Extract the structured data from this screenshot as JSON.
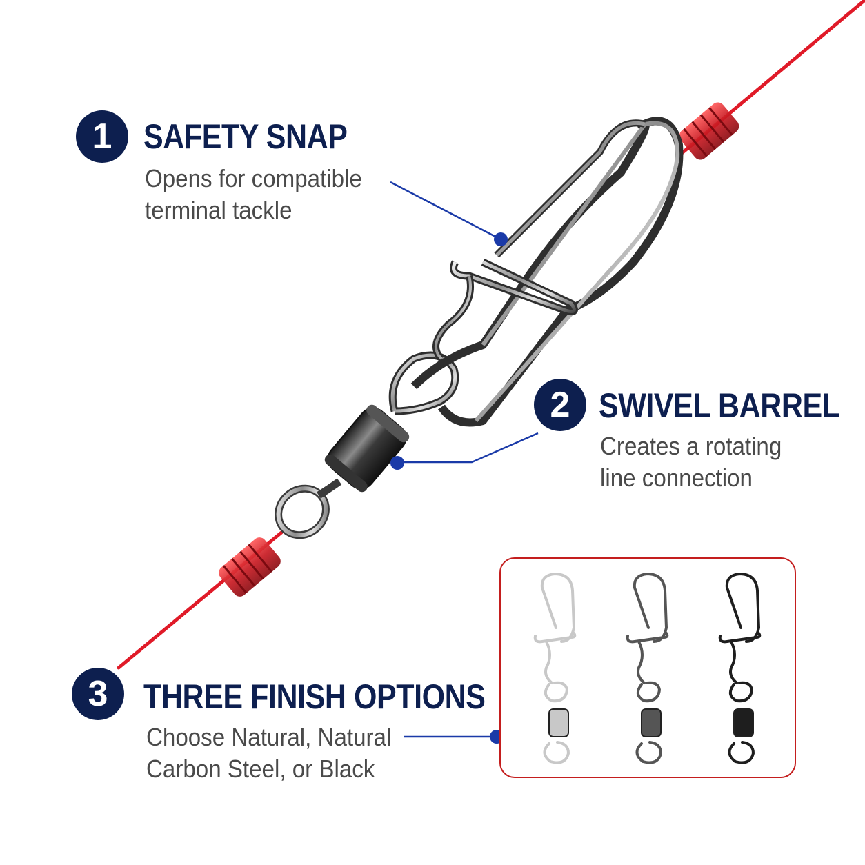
{
  "features": [
    {
      "number": "1",
      "title": "SAFETY SNAP",
      "lines": [
        "Opens for compatible",
        "terminal tackle"
      ]
    },
    {
      "number": "2",
      "title": "SWIVEL BARREL",
      "lines": [
        "Creates a rotating",
        "line connection"
      ]
    },
    {
      "number": "3",
      "title": "THREE FINISH OPTIONS",
      "lines": [
        "Choose Natural, Natural",
        "Carbon Steel, or Black"
      ]
    }
  ],
  "finish_variants": [
    {
      "finish": "natural",
      "color": "#c8c8c8"
    },
    {
      "finish": "natural-carbon-steel",
      "color": "#555555"
    },
    {
      "finish": "black",
      "color": "#1e1e1e"
    }
  ],
  "colors": {
    "navy": "#0d1f4f",
    "leader_line": "#e01a28",
    "bead": "#d82028",
    "callout": "#1a3aa8",
    "panel_border": "#c41e1e"
  }
}
